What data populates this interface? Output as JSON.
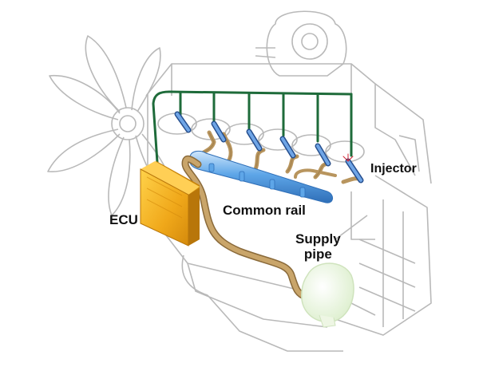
{
  "labels": {
    "ecu": "ECU",
    "common_rail": "Common rail",
    "injector": "Injector",
    "supply_line1": "Supply",
    "supply_line2": "pipe"
  },
  "colors": {
    "outline": "#b9b9b9",
    "harness": "#1e6b3a",
    "ecu_fill": "#f0a81a",
    "ecu_dark": "#c9850a",
    "rail_fill": "#5ea6e8",
    "rail_light": "#a8d0f5",
    "pipe": "#b8955e",
    "pipe_dark": "#8a6a3a",
    "injector": "#4a86d0",
    "pump_fill": "#eef6e4"
  },
  "injector_count": 6
}
